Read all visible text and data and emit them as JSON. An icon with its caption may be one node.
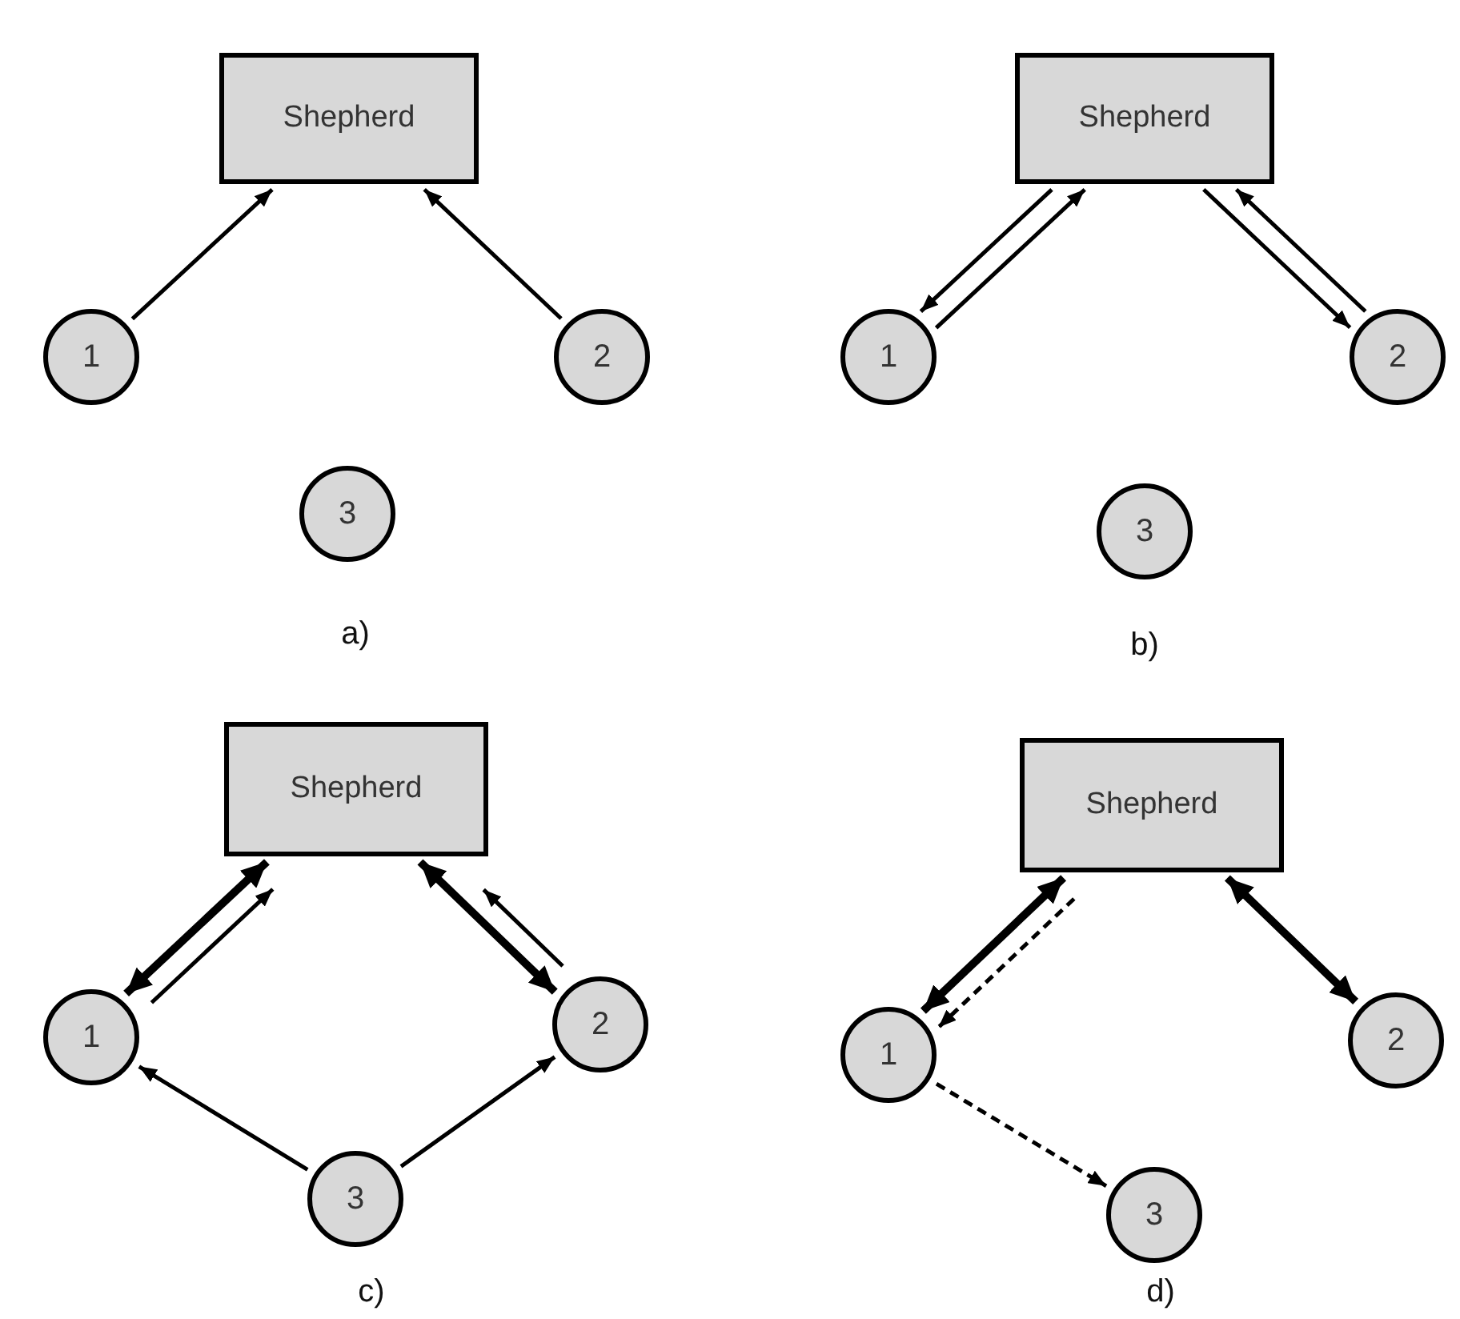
{
  "diagram": {
    "nodes": [
      {
        "text": [
          "Shepherd"
        ]
      },
      {
        "text": [
          "1"
        ]
      },
      {
        "text": [
          "2"
        ]
      },
      {
        "text": [
          "3"
        ]
      },
      {
        "text": [
          "Shepherd"
        ]
      },
      {
        "text": [
          "1"
        ]
      },
      {
        "text": [
          "2"
        ]
      },
      {
        "text": [
          "3"
        ]
      },
      {
        "text": [
          "Shepherd"
        ]
      },
      {
        "text": [
          "1"
        ]
      },
      {
        "text": [
          "2"
        ]
      },
      {
        "text": [
          "3"
        ]
      },
      {
        "text": [
          "Shepherd"
        ]
      },
      {
        "text": [
          "1"
        ]
      },
      {
        "text": [
          "2"
        ]
      },
      {
        "text": [
          "3"
        ]
      }
    ],
    "edges": [
      {
        "from": 1,
        "to": 0,
        "arrow": "to"
      },
      {
        "from": 2,
        "to": 0,
        "arrow": "to"
      },
      {
        "from": 5,
        "to": 4,
        "arrow": "to"
      },
      {
        "from": 4,
        "to": 5,
        "arrow": "to"
      },
      {
        "from": 6,
        "to": 4,
        "arrow": "to"
      },
      {
        "from": 4,
        "to": 6,
        "arrow": "to"
      },
      {
        "from": 8,
        "to": 9,
        "arrow": "both",
        "style": "thick"
      },
      {
        "from": 9,
        "to": 8,
        "arrow": "to"
      },
      {
        "from": 8,
        "to": 10,
        "arrow": "both",
        "style": "thick"
      },
      {
        "from": 10,
        "to": 8,
        "arrow": "to"
      },
      {
        "from": 11,
        "to": 9,
        "arrow": "to"
      },
      {
        "from": 11,
        "to": 10,
        "arrow": "to"
      },
      {
        "from": 12,
        "to": 13,
        "arrow": "both",
        "style": "thick"
      },
      {
        "from": 12,
        "to": 13,
        "arrow": "to",
        "style": "dashed"
      },
      {
        "from": 12,
        "to": 14,
        "arrow": "both",
        "style": "thick"
      },
      {
        "from": 13,
        "to": 15,
        "arrow": "to",
        "style": "dashed"
      }
    ],
    "labels": [
      "a)",
      "b)",
      "c)",
      "d)"
    ]
  }
}
